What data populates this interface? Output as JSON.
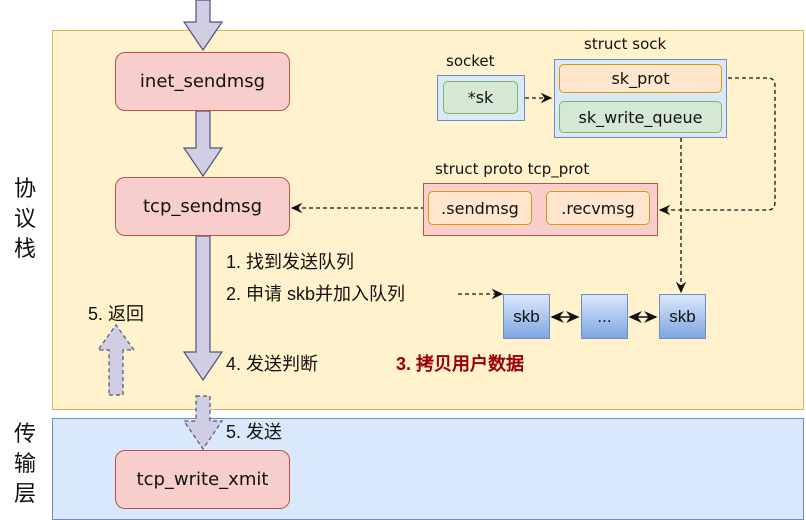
{
  "layers": {
    "protocol_stack": {
      "label": "协议栈"
    },
    "transport": {
      "label": "传输层"
    }
  },
  "functions": {
    "inet_sendmsg": "inet_sendmsg",
    "tcp_sendmsg": "tcp_sendmsg",
    "tcp_write_xmit": "tcp_write_xmit"
  },
  "socket": {
    "title": "socket",
    "field": "*sk"
  },
  "struct_sock": {
    "title": "struct sock",
    "fields": [
      "sk_prot",
      "sk_write_queue"
    ]
  },
  "struct_proto": {
    "title": "struct proto tcp_prot",
    "fields": [
      ".sendmsg",
      ".recvmsg"
    ]
  },
  "queue": {
    "items": [
      "skb",
      "...",
      "skb"
    ]
  },
  "steps": {
    "s1": "1. 找到发送队列",
    "s2": "2. 申请 skb并加入队列",
    "s3": "3. 拷贝用户数据",
    "s4": "4. 发送判断",
    "s5_send": "5. 发送",
    "s5_return": "5. 返回"
  },
  "colors": {
    "step3": "#990000",
    "flow_arrow_fill": "#d0cee2",
    "flow_arrow_stroke": "#56517e"
  }
}
